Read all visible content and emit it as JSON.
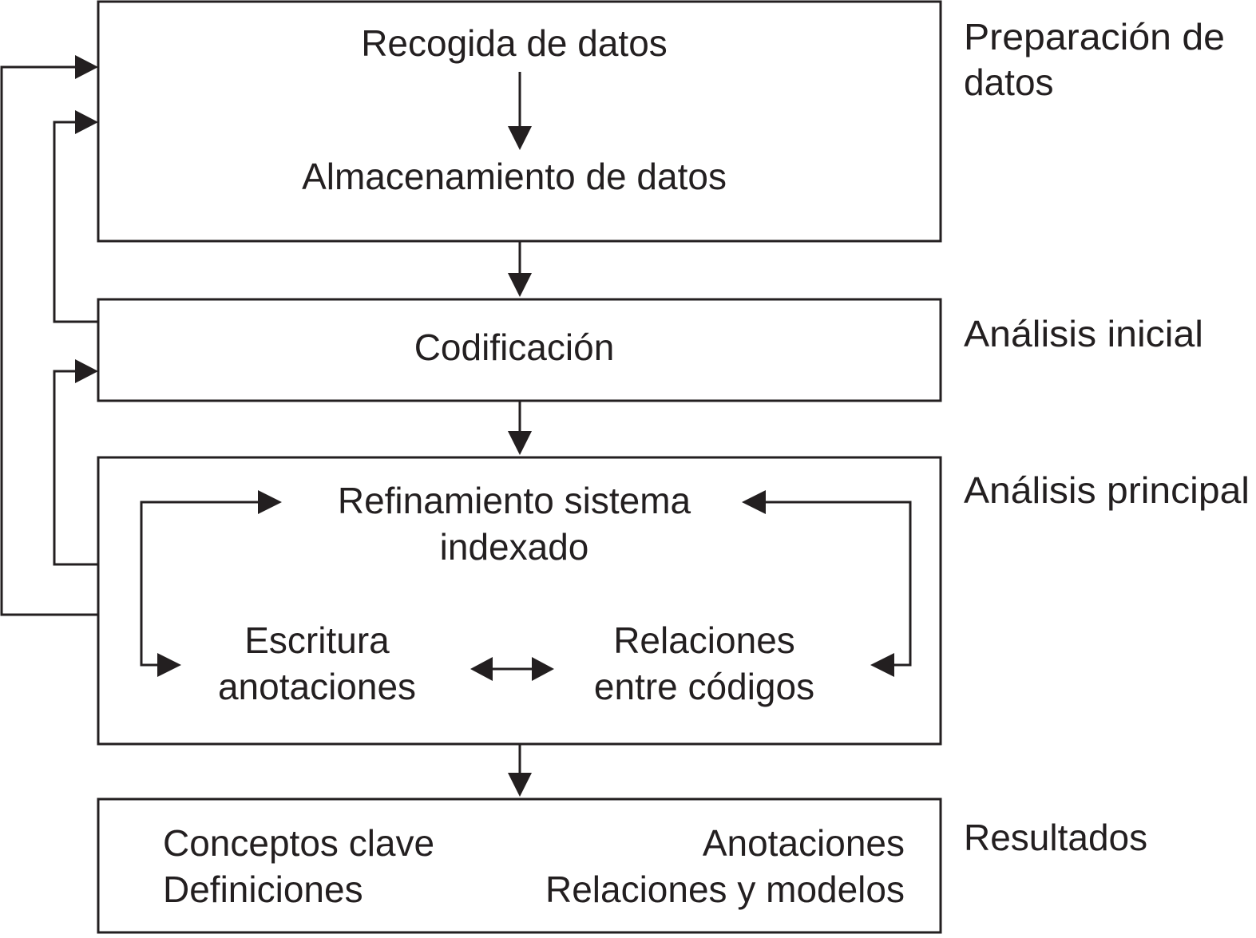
{
  "stages": {
    "preparation": {
      "line1": "Preparación de",
      "line2": "datos"
    },
    "initial_analysis": "Análisis inicial",
    "main_analysis": "Análisis principal",
    "results": "Resultados"
  },
  "box_preparation": {
    "collect": "Recogida de datos",
    "store": "Almacenamiento de datos"
  },
  "box_coding": {
    "label": "Codificación"
  },
  "box_main": {
    "refine_line1": "Refinamiento sistema",
    "refine_line2": "indexado",
    "notes_line1": "Escritura",
    "notes_line2": "anotaciones",
    "relations_line1": "Relaciones",
    "relations_line2": "entre códigos"
  },
  "box_results": {
    "left_line1": "Conceptos clave",
    "left_line2": "Definiciones",
    "right_line1": "Anotaciones",
    "right_line2": "Relaciones y modelos"
  },
  "colors": {
    "ink": "#231f20",
    "background": "#ffffff"
  }
}
